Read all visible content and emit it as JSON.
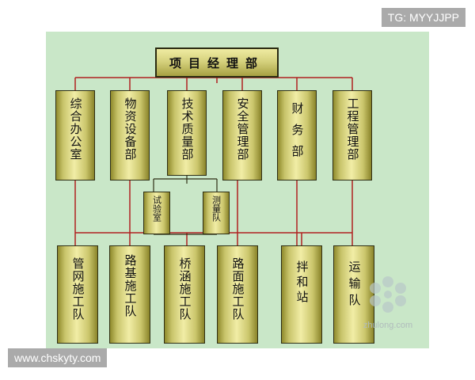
{
  "badge_top": "TG: MYYJJPP",
  "badge_bottom": "www.chskyty.com",
  "top": "项目经理部",
  "depts": [
    "综合办公室",
    "物资设备部",
    "技术质量部",
    "安全管理部",
    "财务部",
    "工程管理部"
  ],
  "labs": [
    "试验室",
    "测量队"
  ],
  "teams": [
    "管网施工队",
    "路基施工队",
    "桥涵施工队",
    "路面施工队",
    "拌和站",
    "运输队"
  ],
  "watermark": "zhulong.com",
  "colors": {
    "background": "#c9e7c8",
    "line": "#b02020",
    "box_border": "#2e2e14"
  }
}
